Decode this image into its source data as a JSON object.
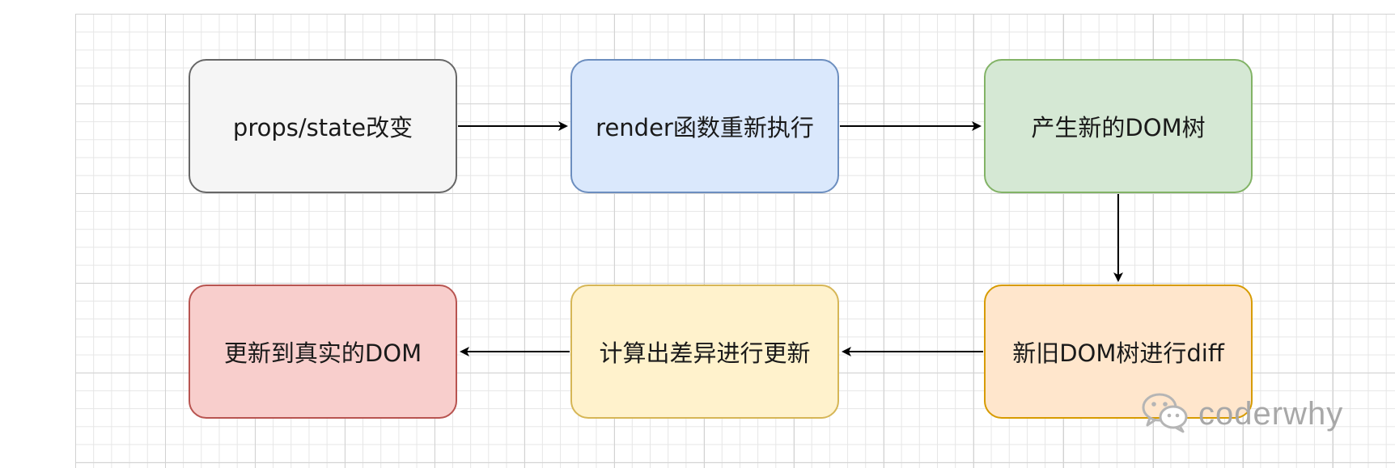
{
  "diagram": {
    "nodes": [
      {
        "id": "props-state-change",
        "label": "props/state改变"
      },
      {
        "id": "render-rerun",
        "label": "render函数重新执行"
      },
      {
        "id": "new-dom-tree",
        "label": "产生新的DOM树"
      },
      {
        "id": "dom-diff",
        "label": "新旧DOM树进行diff"
      },
      {
        "id": "compute-update",
        "label": "计算出差异进行更新"
      },
      {
        "id": "update-real-dom",
        "label": "更新到真实的DOM"
      }
    ],
    "edges": [
      {
        "from": "props-state-change",
        "to": "render-rerun"
      },
      {
        "from": "render-rerun",
        "to": "new-dom-tree"
      },
      {
        "from": "new-dom-tree",
        "to": "dom-diff"
      },
      {
        "from": "dom-diff",
        "to": "compute-update"
      },
      {
        "from": "compute-update",
        "to": "update-real-dom"
      }
    ],
    "colors": {
      "props-state-change": {
        "fill": "#f5f5f5",
        "stroke": "#666666"
      },
      "render-rerun": {
        "fill": "#dae8fc",
        "stroke": "#6c8ebf"
      },
      "new-dom-tree": {
        "fill": "#d5e8d4",
        "stroke": "#82b366"
      },
      "dom-diff": {
        "fill": "#ffe6cc",
        "stroke": "#d79b00"
      },
      "compute-update": {
        "fill": "#fff2cc",
        "stroke": "#d6b656"
      },
      "update-real-dom": {
        "fill": "#f8cecc",
        "stroke": "#b85450"
      }
    }
  },
  "watermark": {
    "icon": "wechat-icon",
    "text": "coderwhy"
  }
}
